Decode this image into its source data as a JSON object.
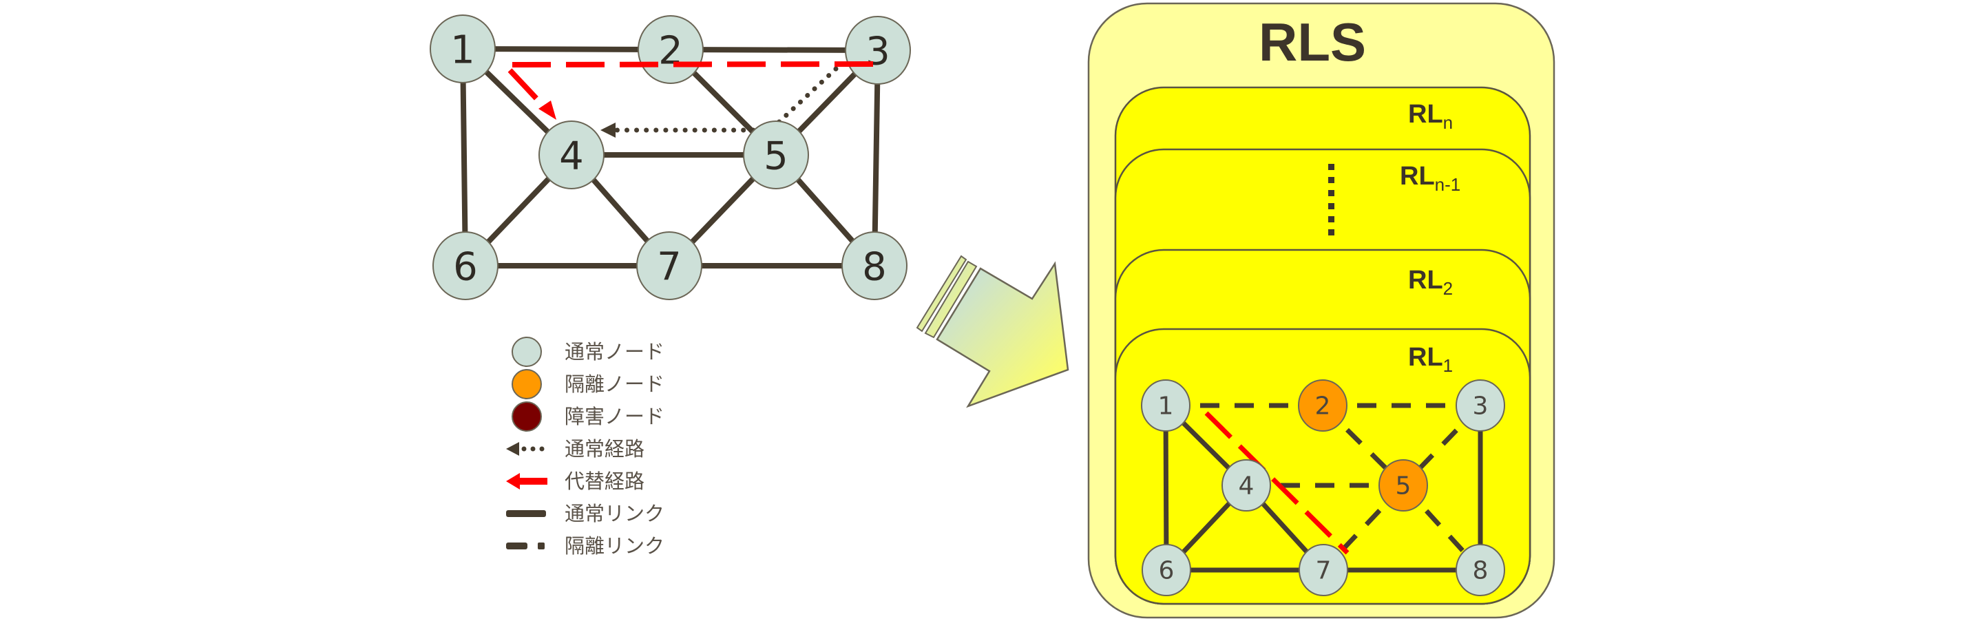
{
  "colors": {
    "normal_node": "#cde0d8",
    "isolated_node": "#ff9900",
    "failed_node": "#7a0000",
    "node_outline": "#6b6656",
    "link": "#463c2e",
    "alternate_route": "#ff0000",
    "rls_outer": "#ffff9c",
    "rl_layer": "#ffff00",
    "arrow_start": "#c8e0d6",
    "arrow_end": "#ffff66"
  },
  "network": {
    "nodes": [
      {
        "id": "1",
        "label": "1",
        "type": "normal"
      },
      {
        "id": "2",
        "label": "2",
        "type": "normal"
      },
      {
        "id": "3",
        "label": "3",
        "type": "normal"
      },
      {
        "id": "4",
        "label": "4",
        "type": "normal"
      },
      {
        "id": "5",
        "label": "5",
        "type": "normal"
      },
      {
        "id": "6",
        "label": "6",
        "type": "normal"
      },
      {
        "id": "7",
        "label": "7",
        "type": "normal"
      },
      {
        "id": "8",
        "label": "8",
        "type": "normal"
      }
    ],
    "links": [
      {
        "from": "1",
        "to": "2",
        "type": "normal"
      },
      {
        "from": "2",
        "to": "3",
        "type": "normal"
      },
      {
        "from": "1",
        "to": "6",
        "type": "normal"
      },
      {
        "from": "1",
        "to": "4",
        "type": "normal"
      },
      {
        "from": "2",
        "to": "5",
        "type": "normal"
      },
      {
        "from": "3",
        "to": "5",
        "type": "normal"
      },
      {
        "from": "3",
        "to": "8",
        "type": "normal"
      },
      {
        "from": "4",
        "to": "5",
        "type": "normal"
      },
      {
        "from": "4",
        "to": "6",
        "type": "normal"
      },
      {
        "from": "4",
        "to": "7",
        "type": "normal"
      },
      {
        "from": "5",
        "to": "7",
        "type": "normal"
      },
      {
        "from": "5",
        "to": "8",
        "type": "normal"
      },
      {
        "from": "6",
        "to": "7",
        "type": "normal"
      },
      {
        "from": "7",
        "to": "8",
        "type": "normal"
      }
    ],
    "normal_route": [
      "3",
      "5",
      "4"
    ],
    "alternate_route": [
      "3",
      "1",
      "4"
    ]
  },
  "rls": {
    "title": "RLS",
    "layers": [
      {
        "name": "RL",
        "sub": "n"
      },
      {
        "name": "RL",
        "sub": "n-1"
      },
      {
        "name": "RL",
        "sub": "2"
      },
      {
        "name": "RL",
        "sub": "1"
      }
    ],
    "ellipsis": "⋮",
    "rl1": {
      "nodes": [
        {
          "id": "1",
          "label": "1",
          "type": "normal"
        },
        {
          "id": "2",
          "label": "2",
          "type": "isolated"
        },
        {
          "id": "3",
          "label": "3",
          "type": "normal"
        },
        {
          "id": "4",
          "label": "4",
          "type": "normal"
        },
        {
          "id": "5",
          "label": "5",
          "type": "isolated"
        },
        {
          "id": "6",
          "label": "6",
          "type": "normal"
        },
        {
          "id": "7",
          "label": "7",
          "type": "normal"
        },
        {
          "id": "8",
          "label": "8",
          "type": "normal"
        }
      ],
      "links": [
        {
          "from": "1",
          "to": "2",
          "type": "isolated"
        },
        {
          "from": "2",
          "to": "3",
          "type": "isolated"
        },
        {
          "from": "2",
          "to": "5",
          "type": "isolated"
        },
        {
          "from": "3",
          "to": "5",
          "type": "isolated"
        },
        {
          "from": "4",
          "to": "5",
          "type": "isolated"
        },
        {
          "from": "5",
          "to": "7",
          "type": "isolated"
        },
        {
          "from": "5",
          "to": "8",
          "type": "isolated"
        },
        {
          "from": "1",
          "to": "6",
          "type": "normal"
        },
        {
          "from": "1",
          "to": "4",
          "type": "normal"
        },
        {
          "from": "3",
          "to": "8",
          "type": "normal"
        },
        {
          "from": "4",
          "to": "6",
          "type": "normal"
        },
        {
          "from": "4",
          "to": "7",
          "type": "normal"
        },
        {
          "from": "6",
          "to": "7",
          "type": "normal"
        },
        {
          "from": "7",
          "to": "8",
          "type": "normal"
        }
      ],
      "alternate_route": [
        "1",
        "7"
      ]
    }
  },
  "legend": [
    {
      "symbol": "normal-node",
      "label": "通常ノード"
    },
    {
      "symbol": "isolated-node",
      "label": "隔離ノード"
    },
    {
      "symbol": "failed-node",
      "label": "障害ノード"
    },
    {
      "symbol": "normal-route",
      "label": "通常経路"
    },
    {
      "symbol": "alternate-route",
      "label": "代替経路"
    },
    {
      "symbol": "normal-link",
      "label": "通常リンク"
    },
    {
      "symbol": "isolated-link",
      "label": "隔離リンク"
    }
  ]
}
